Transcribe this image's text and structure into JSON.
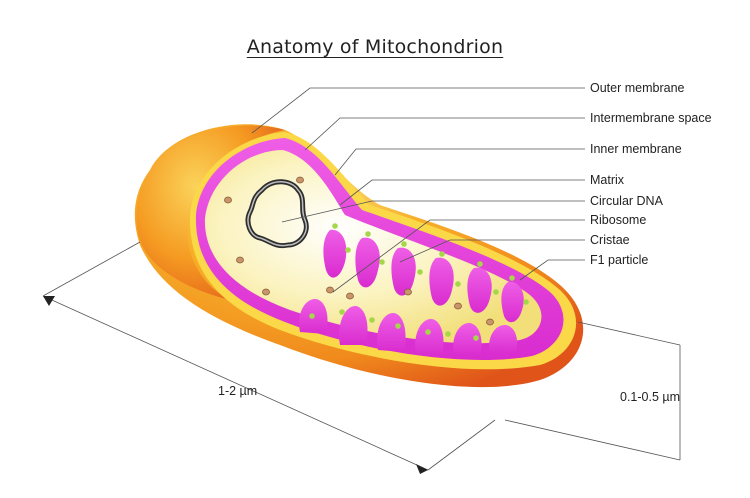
{
  "title": "Anatomy of Mitochondrion",
  "labels": [
    {
      "text": "Outer membrane"
    },
    {
      "text": "Intermembrane space"
    },
    {
      "text": "Inner membrane"
    },
    {
      "text": "Matrix"
    },
    {
      "text": "Circular DNA"
    },
    {
      "text": "Ribosome"
    },
    {
      "text": "Cristae"
    },
    {
      "text": "F1 particle"
    }
  ],
  "dimensions": {
    "length": "1-2 µm",
    "width": "0.1-0.5 µm"
  },
  "colors": {
    "outer_membrane": "#f39a1d",
    "outer_membrane_dark": "#e0541a",
    "inner_membrane": "#e040d8",
    "matrix": "#fbf5c4",
    "dna": "#333333",
    "ribosome": "#c8966a",
    "f1_particle": "#a6d64a"
  }
}
